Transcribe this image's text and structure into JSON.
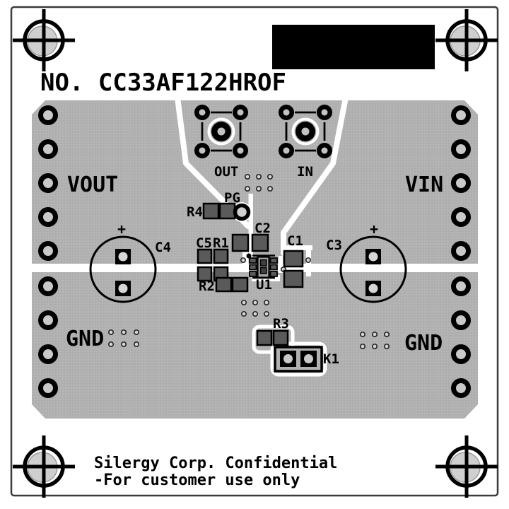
{
  "board": {
    "part_number": "NO. CC33AF122HROF",
    "nets": {
      "vout": "VOUT",
      "vin": "VIN",
      "gnd_left": "GND",
      "gnd_right": "GND",
      "pg": "PG"
    },
    "connectors": {
      "out": "OUT",
      "in": "IN",
      "k1": "K1"
    },
    "components": {
      "u1": "U1",
      "c1": "C1",
      "c2": "C2",
      "c3": "C3",
      "c4": "C4",
      "c5": "C5",
      "r1": "R1",
      "r2": "R2",
      "r3": "R3",
      "r4": "R4"
    },
    "polarity": {
      "c4_plus": "+",
      "c3_plus": "+"
    },
    "footer": {
      "line1": "Silergy Corp. Confidential",
      "line2": "-For customer use only"
    },
    "colors": {
      "copper": "#b1b1b1",
      "silkscreen": "#000000",
      "drill": "#c9c9c9",
      "background": "#ffffff",
      "blackout": "#000000"
    }
  }
}
